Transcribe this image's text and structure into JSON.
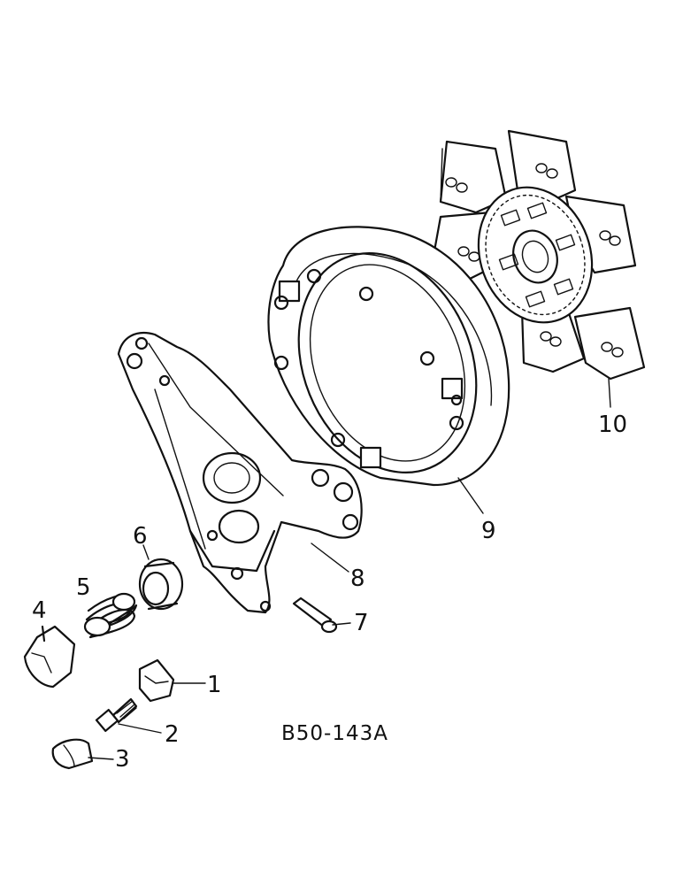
{
  "callouts": [
    {
      "id": "1",
      "label": "1"
    },
    {
      "id": "2",
      "label": "2"
    },
    {
      "id": "3",
      "label": "3"
    },
    {
      "id": "4",
      "label": "4"
    },
    {
      "id": "5",
      "label": "5"
    },
    {
      "id": "6",
      "label": "6"
    },
    {
      "id": "7",
      "label": "7"
    },
    {
      "id": "8",
      "label": "8"
    },
    {
      "id": "9",
      "label": "9"
    },
    {
      "id": "10",
      "label": "10"
    }
  ],
  "drawing_code": "B50-143A"
}
